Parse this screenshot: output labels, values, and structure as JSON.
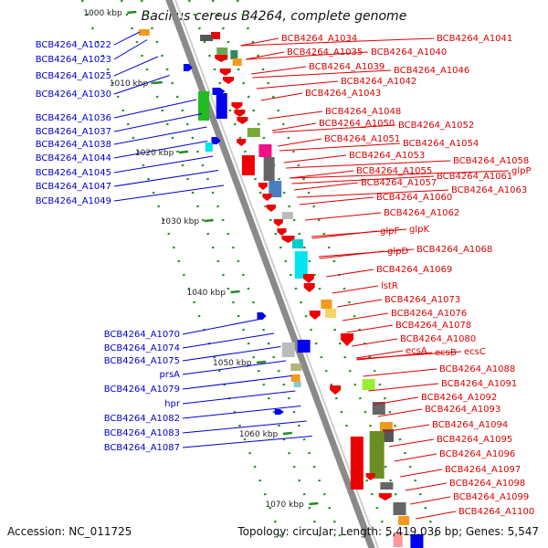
{
  "map": {
    "title": "Bacillus cereus B4264, complete genome",
    "accession": "Accession: NC_011725",
    "summary": "Topology: circular; Length: 5,419,036 bp; Genes: 5,547"
  },
  "colors": {
    "forward_label": "#0000cc",
    "reverse_label": "#dd0000",
    "forward_gene": "#0000ee",
    "reverse_gene": "#ee0000",
    "backbone": "#8a8a8a",
    "tick": "#228b22"
  },
  "scale_labels": [
    "1000 kbp",
    "1010 kbp",
    "1020 kbp",
    "1030 kbp",
    "1040 kbp",
    "1050 kbp",
    "1060 kbp",
    "1070 kbp"
  ],
  "left_labels": [
    "BCB4264_A1022",
    "BCB4264_A1023",
    "BCB4264_A1025",
    "BCB4264_A1030",
    "BCB4264_A1036",
    "BCB4264_A1037",
    "BCB4264_A1038",
    "BCB4264_A1044",
    "BCB4264_A1045",
    "BCB4264_A1047",
    "BCB4264_A1049",
    "BCB4264_A1070",
    "BCB4264_A1074",
    "BCB4264_A1075",
    "prsA",
    "BCB4264_A1079",
    "hpr",
    "BCB4264_A1082",
    "BCB4264_A1083",
    "BCB4264_A1087"
  ],
  "right_labels": [
    "BCB4264_A1034",
    "BCB4264_A1041",
    "BCB4264_A1035",
    "BCB4264_A1040",
    "BCB4264_A1039",
    "BCB4264_A1046",
    "BCB4264_A1042",
    "BCB4264_A1043",
    "BCB4264_A1048",
    "BCB4264_A1050",
    "BCB4264_A1052",
    "BCB4264_A1051",
    "BCB4264_A1054",
    "BCB4264_A1053",
    "BCB4264_A1058",
    "BCB4264_A1055",
    "BCB4264_A1061",
    "glpP",
    "BCB4264_A1057",
    "BCB4264_A1063",
    "BCB4264_A1060",
    "BCB4264_A1062",
    "glpF",
    "glpK",
    "glpD",
    "BCB4264_A1068",
    "BCB4264_A1069",
    "lstR",
    "BCB4264_A1073",
    "BCB4264_A1076",
    "BCB4264_A1078",
    "BCB4264_A1080",
    "ecsA",
    "ecsB",
    "ecsC",
    "BCB4264_A1088",
    "BCB4264_A1091",
    "BCB4264_A1092",
    "BCB4264_A1093",
    "BCB4264_A1094",
    "BCB4264_A1095",
    "BCB4264_A1096",
    "BCB4264_A1097",
    "BCB4264_A1098",
    "BCB4264_A1099",
    "BCB4264_A1100"
  ]
}
